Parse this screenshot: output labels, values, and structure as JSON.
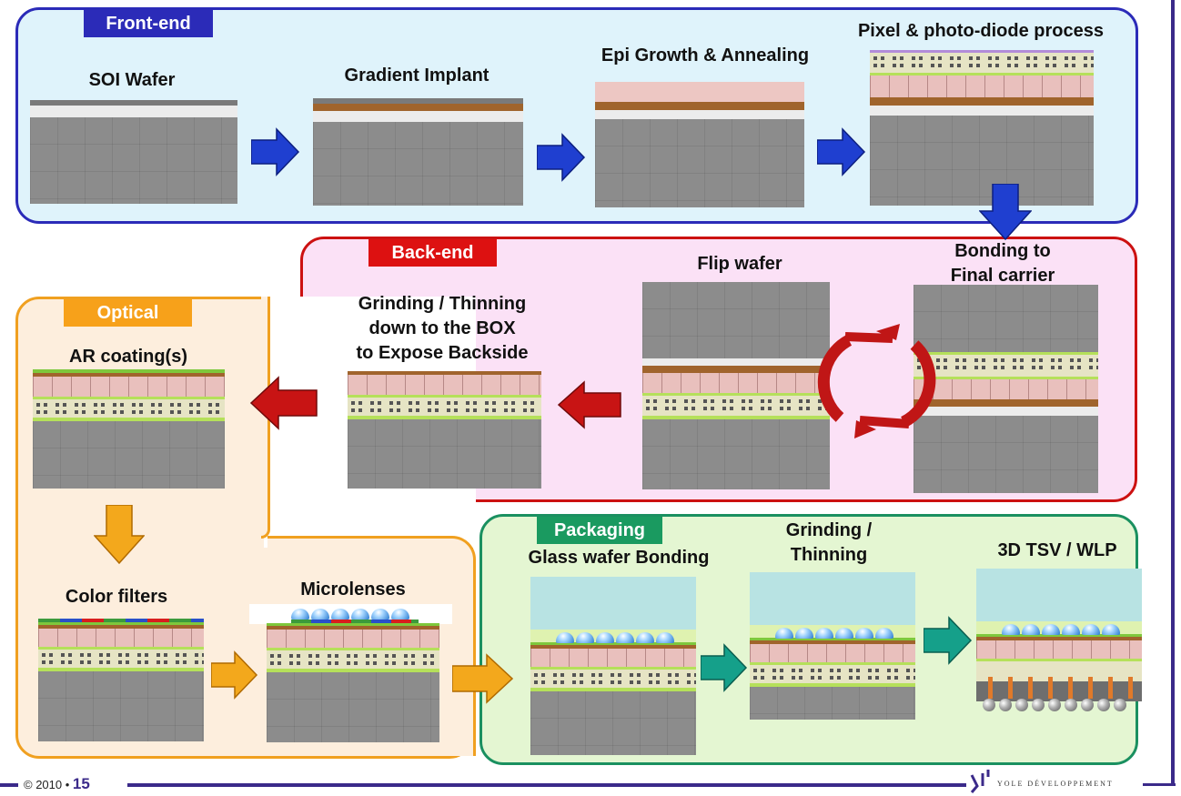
{
  "colors": {
    "frontend": "#2b2bb8",
    "backend": "#cc1111",
    "optical": "#f0a020",
    "packaging": "#1a9060",
    "arrow_blue": "#1f3fd0",
    "arrow_red": "#c81414",
    "arrow_orange": "#f3a81c",
    "arrow_teal": "#15a08a"
  },
  "panels": {
    "frontend": {
      "tag": "Front-end"
    },
    "backend": {
      "tag": "Back-end"
    },
    "optical": {
      "tag": "Optical"
    },
    "packaging": {
      "tag": "Packaging"
    }
  },
  "steps": {
    "soi_wafer": "SOI Wafer",
    "gradient_implant": "Gradient Implant",
    "epi_growth": "Epi Growth & Annealing",
    "pixel_process": "Pixel & photo-diode process",
    "bonding": "Bonding to\nFinal carrier",
    "flip_wafer": "Flip wafer",
    "grinding_box": "Grinding / Thinning\ndown to the BOX\nto Expose Backside",
    "ar_coating": "AR coating(s)",
    "color_filters": "Color filters",
    "microlenses": "Microlenses",
    "glass_bonding": "Glass wafer Bonding",
    "grinding_thinning": "Grinding /\nThinning",
    "tsv_wlp": "3D TSV / WLP"
  },
  "footer": {
    "copyright": "© 2010 •",
    "page": "15",
    "company": "YOLE DÉVELOPPEMENT"
  },
  "icons": [
    "arrow-right-icon",
    "arrow-down-icon",
    "arrow-left-icon",
    "flip-rotate-icon",
    "yole-logo-icon"
  ]
}
